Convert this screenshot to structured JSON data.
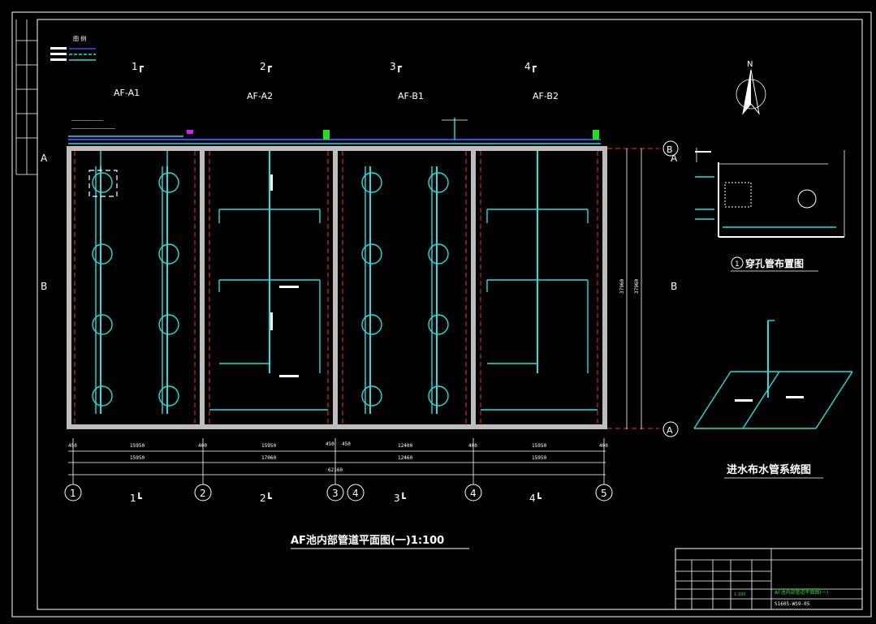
{
  "drawing": {
    "title": "AF池内部管道平面图(一)1:100",
    "tank_labels_top": [
      "1┏",
      "2┏",
      "3┏",
      "4┏"
    ],
    "tank_labels_bottom": [
      "1┗",
      "2┗",
      "3┗",
      "4┗"
    ],
    "tank_names": [
      "AF-A1",
      "AF-A2",
      "AF-B1",
      "AF-B2"
    ],
    "axis_bubbles_bottom": [
      "1",
      "2",
      "3",
      "4",
      "4",
      "5"
    ],
    "axis_bubbles_right": [
      "B",
      "A"
    ],
    "section_marks": {
      "a_left": "A",
      "b_left": "B",
      "b_right": "B",
      "a_right": "A"
    },
    "north_label": "N",
    "legend_title": "图 例",
    "detail1_number": "1",
    "detail1_title": "穿孔管布置图",
    "detail2_title": "进水布水管系统图",
    "dims_row1": [
      "450",
      "15950",
      "400",
      "15950",
      "450",
      "450",
      "12400",
      "400",
      "15950",
      "400"
    ],
    "dims_row2": [
      "15950",
      "17060",
      "12460",
      "15950"
    ],
    "dims_total": "62160",
    "dims_right": [
      "37960",
      "37960"
    ]
  },
  "title_block": {
    "drawing_name": "AF池内部管道平面图(一)",
    "drawing_no": "S1605-WS9-05",
    "scale": "1:100"
  },
  "colors": {
    "pipe": "#20e0e0",
    "wall": "#bdbdbd",
    "axis": "#ff2a2a",
    "supply": "#3050ff",
    "valve": "#22dd22",
    "marker": "#d020ff"
  }
}
